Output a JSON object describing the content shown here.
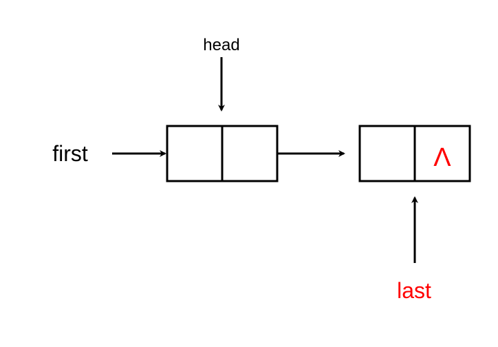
{
  "labels": {
    "head": "head",
    "first": "first",
    "last": "last",
    "null_marker": "Λ"
  },
  "colors": {
    "stroke": "#000000",
    "text": "#000000",
    "accent": "#ff0000",
    "background": "#ffffff"
  }
}
